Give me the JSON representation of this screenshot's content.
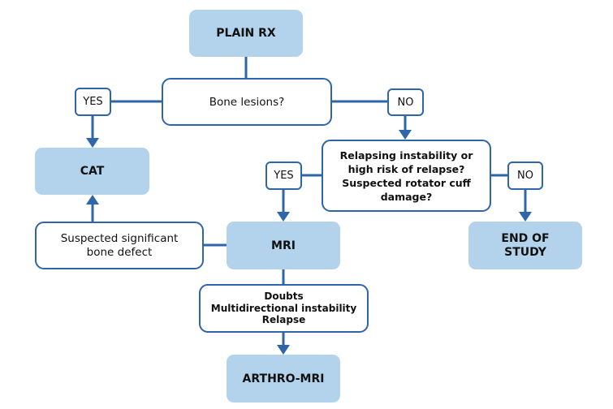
{
  "diagram": {
    "type": "flowchart",
    "colors": {
      "line": "#2f65aa",
      "step_fill": "#b3d3ec",
      "decision_fill": "#ffffff",
      "text": "#111111"
    },
    "nodes": {
      "plain_rx": "PLAIN RX",
      "bone_lesions": "Bone lesions?",
      "yes_1": "YES",
      "no_1": "NO",
      "cat": "CAT",
      "relapsing": "Relapsing instability or\nhigh risk of relapse?\nSuspected rotator cuff\ndamage?",
      "yes_2": "YES",
      "no_2": "NO",
      "suspected_bone_defect": "Suspected significant\nbone defect",
      "mri": "MRI",
      "end_of_study": "END OF\nSTUDY",
      "doubts": "Doubts\nMultidirectional instability\nRelapse",
      "arthro_mri": "ARTHRO-MRI"
    },
    "edges": [
      {
        "from": "PLAIN RX",
        "to": "Bone lesions?"
      },
      {
        "from": "Bone lesions?",
        "to": "YES",
        "then": "CAT"
      },
      {
        "from": "Bone lesions?",
        "to": "NO",
        "then": "Relapsing instability or high risk of relapse? Suspected rotator cuff damage?"
      },
      {
        "from": "Relapsing instability or high risk of relapse? Suspected rotator cuff damage?",
        "to": "YES",
        "then": "MRI"
      },
      {
        "from": "Relapsing instability or high risk of relapse? Suspected rotator cuff damage?",
        "to": "NO",
        "then": "END OF STUDY"
      },
      {
        "from": "MRI",
        "to": "Suspected significant bone defect",
        "then": "CAT"
      },
      {
        "from": "MRI",
        "to": "Doubts / Multidirectional instability / Relapse",
        "then": "ARTHRO-MRI"
      }
    ]
  }
}
